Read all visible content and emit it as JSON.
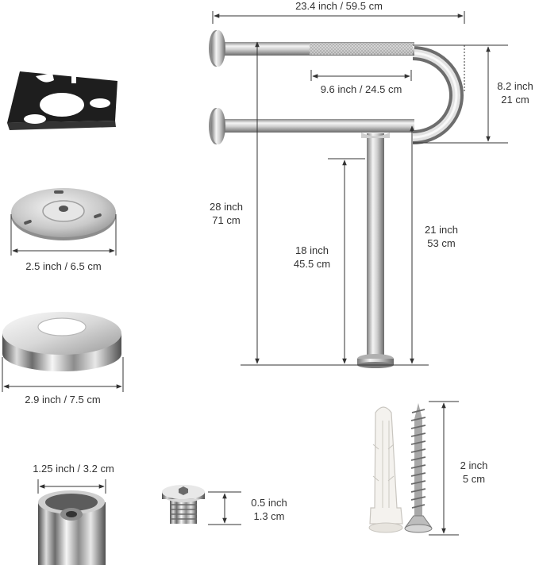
{
  "labels": {
    "total_width": "23.4 inch / 59.5 cm",
    "grip_length": "9.6 inch / 24.5 cm",
    "top_height_in": "8.2 inch",
    "top_height_cm": "21 cm",
    "total_height_in": "28 inch",
    "total_height_cm": "71 cm",
    "leg_height_in": "18 inch",
    "leg_height_cm": "45.5 cm",
    "rail_height_in": "21 inch",
    "rail_height_cm": "53 cm",
    "plate_diameter": "2.5 inch / 6.5 cm",
    "cover_diameter": "2.9 inch / 7.5 cm",
    "tube_diameter": "1.25 inch / 3.2 cm",
    "bolt_height_in": "0.5 inch",
    "bolt_height_cm": "1.3 cm",
    "screw_length_in": "2 inch",
    "screw_length_cm": "5 cm"
  },
  "colors": {
    "text": "#333333",
    "dim_line": "#333333",
    "steel_light": "#f2f2f2",
    "steel_mid": "#b5b5b5",
    "steel_dark": "#5e5e5e",
    "gasket": "#1f1f1f",
    "anchor": "#f4f2ee"
  },
  "icons": {
    "part_1": "rubber-gasket-icon",
    "part_2": "mounting-plate-icon",
    "part_3": "cover-ring-icon",
    "part_4": "tube-end-icon",
    "part_5": "hex-bolt-icon",
    "part_6": "wall-anchor-icon",
    "part_7": "wood-screw-icon",
    "product": "u-shaped-grab-bar-icon"
  }
}
